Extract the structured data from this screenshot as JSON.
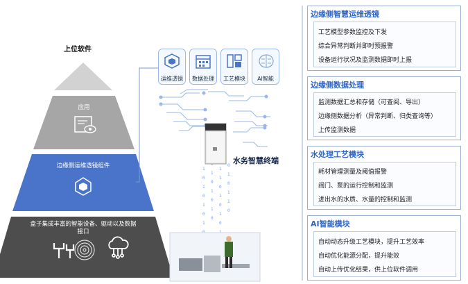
{
  "pyramid": {
    "top_label": "上位软件",
    "tier_app": "应用",
    "tier_edge": "边缘侧运维透镜组件",
    "tier_base_line1": "盒子集成丰富的智能设备、驱动以及数据",
    "tier_base_line2": "接口"
  },
  "modules": [
    {
      "label": "运维透镜",
      "icon": "cube-icon"
    },
    {
      "label": "数据处理",
      "icon": "calendar-icon"
    },
    {
      "label": "工艺模块",
      "icon": "blocks-icon"
    },
    {
      "label": "AI智能",
      "icon": "brain-icon"
    }
  ],
  "terminal_label": "水务智慧终端",
  "panels": [
    {
      "title": "边缘侧智慧运维透镜",
      "items": [
        "工艺模型参数监控及下发",
        "综合异常判断并即时预报警",
        "设备运行状况及监测数据即时上报"
      ]
    },
    {
      "title": "边缘侧数据处理",
      "items": [
        "监测数据汇总和存储（可查阅、导出）",
        "边缘侧数据分析（异常判断、归类查询等）",
        "上传监测数据"
      ]
    },
    {
      "title": "水处理工艺模块",
      "items": [
        "耗材管理测量及阈值报警",
        "阀门、泵的运行控制和监测",
        "进出水的水质、水量的控制和监测"
      ]
    },
    {
      "title": "AI智能模块",
      "items": [
        "自动动态升级工艺模块，提升工艺效率",
        "自动优化能源分配，提升能效",
        "自动上传优化结果，供上位软件调用"
      ]
    }
  ],
  "colors": {
    "accent": "#2f66c8",
    "edge_tier": "#4a74c9",
    "base_tier": "#4d4d4d"
  }
}
